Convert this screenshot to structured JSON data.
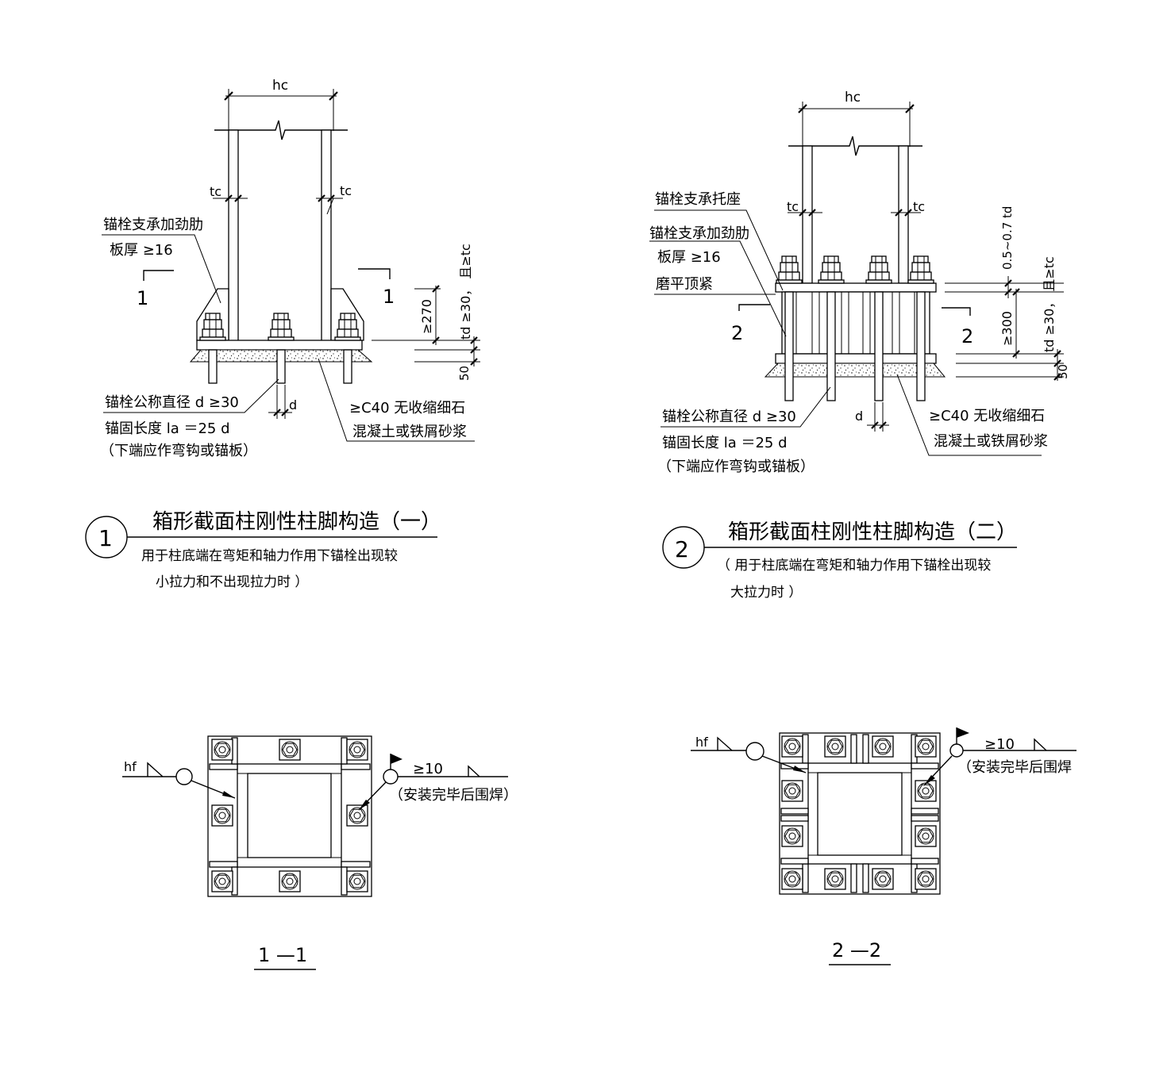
{
  "detail1": {
    "dim_top": "hc",
    "tc_left": "tc",
    "tc_right": "tc",
    "stiffener_label": "锚栓支承加劲肋",
    "stiffener_thick": "板厚 ≥16",
    "cut_left": "1",
    "cut_right": "1",
    "dim_height": "≥270",
    "dim_td": "td ≥30， 且≥tc",
    "dim_50": "50",
    "bolt_dia": "锚栓公称直径 d ≥30",
    "anchor_len": "锚固长度 la ＝25 d",
    "anchor_note": "（下端应作弯钩或锚板）",
    "d_label": "d",
    "grout_1": "≥C40 无收缩细石",
    "grout_2": "混凝土或铁屑砂浆",
    "number": "1",
    "title": "箱形截面柱刚性柱脚构造（一）",
    "sub_1": "用于柱底端在弯矩和轴力作用下锚栓出现较",
    "sub_2": "小拉力和不出现拉力时 ）"
  },
  "detail2": {
    "dim_top": "hc",
    "tc_left": "tc",
    "tc_right": "tc",
    "seat_label": "锚栓支承托座",
    "stiffener_label": "锚栓支承加劲肋",
    "stiffener_thick": "板厚 ≥16",
    "grind_label": "磨平顶紧",
    "cut_left": "2",
    "cut_right": "2",
    "dim_top_plate": "0.5~0.7 td",
    "dim_height": "≥300",
    "dim_td": "td ≥30， 且≥tc",
    "dim_50": "50",
    "bolt_dia": "锚栓公称直径 d ≥30",
    "anchor_len": "锚固长度 la ＝25 d",
    "anchor_note": "（下端应作弯钩或锚板）",
    "d_label": "d",
    "grout_1": "≥C40 无收缩细石",
    "grout_2": "混凝土或铁屑砂浆",
    "number": "2",
    "title": "箱形截面柱刚性柱脚构造（二）",
    "sub_1": "（ 用于柱底端在弯矩和轴力作用下锚栓出现较",
    "sub_2": "大拉力时 ）"
  },
  "section1": {
    "hf": "hf",
    "weld": "≥10",
    "weld_note": "（安装完毕后围焊）",
    "label": "1 —1"
  },
  "section2": {
    "hf": "hf",
    "weld": "≥10",
    "weld_note": "（安装完毕后围焊",
    "label": "2 —2"
  }
}
